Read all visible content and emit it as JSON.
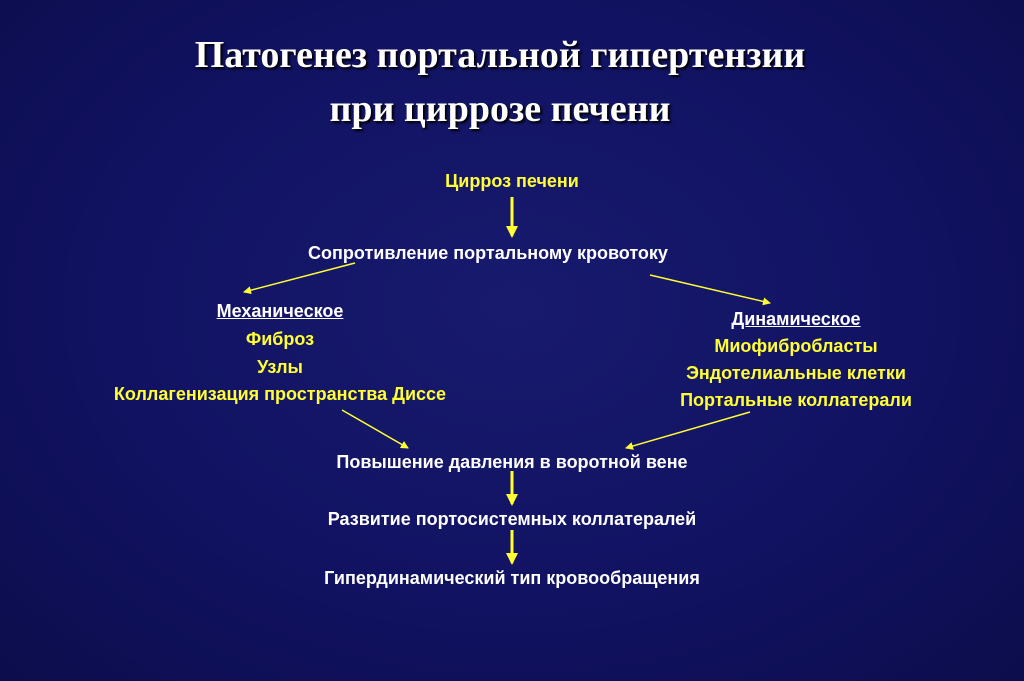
{
  "title": {
    "line1": "Патогенез портальной гипертензии",
    "line2": "при циррозе печени"
  },
  "nodes": {
    "cirrhosis": "Цирроз печени",
    "resistance": "Сопротивление портальному кровотоку",
    "mechanical": {
      "heading": "Механическое",
      "items": [
        "Фиброз",
        "Узлы",
        "Коллагенизация пространства Диссе"
      ]
    },
    "dynamic": {
      "heading": "Динамическое",
      "items": [
        "Миофибробласты",
        "Эндотелиальные клетки",
        "Портальные коллатерали"
      ]
    },
    "pressure": "Повышение давления в воротной вене",
    "collaterals": "Развитие портосистемных коллатералей",
    "hyperdynamic": "Гипердинамический тип кровообращения"
  },
  "colors": {
    "background": "#111262",
    "title": "#ffffff",
    "highlight": "#ffff33",
    "text": "#ffffff",
    "arrow": "#ffff33"
  }
}
